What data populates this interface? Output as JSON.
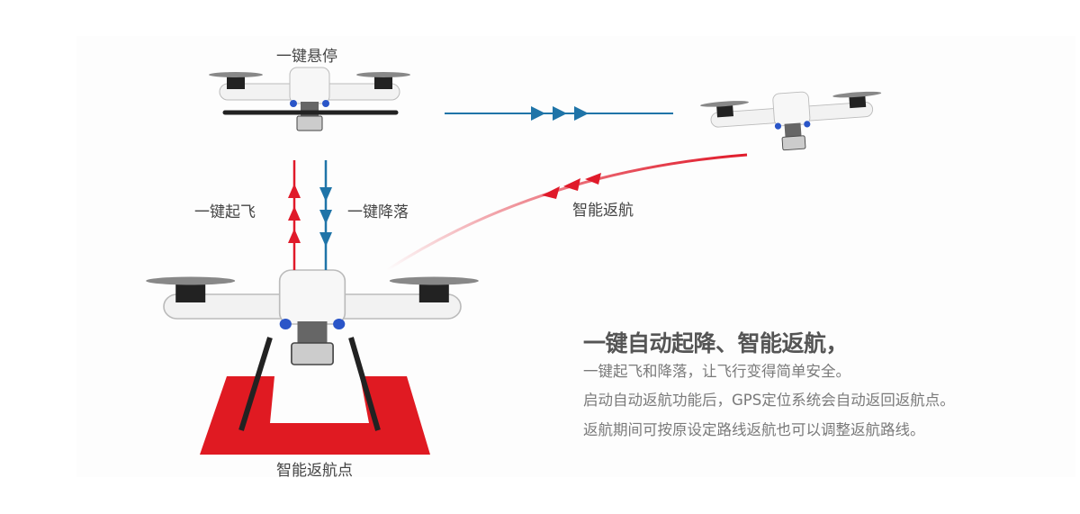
{
  "labels": {
    "hover": "一键悬停",
    "takeoff": "一键起飞",
    "landing": "一键降落",
    "smart_return": "智能返航",
    "home_point": "智能返航点"
  },
  "text": {
    "title": "一键自动起降、智能返航，",
    "lines": [
      "一键起飞和降落，让飞行变得简单安全。",
      "启动自动返航功能后，GPS定位系统会自动返回返航点。",
      "返航期间可按原设定路线返航也可以调整返航路线。"
    ]
  },
  "colors": {
    "blue": "#1f74a8",
    "red": "#e01a2a",
    "pad": "#e01a22"
  }
}
